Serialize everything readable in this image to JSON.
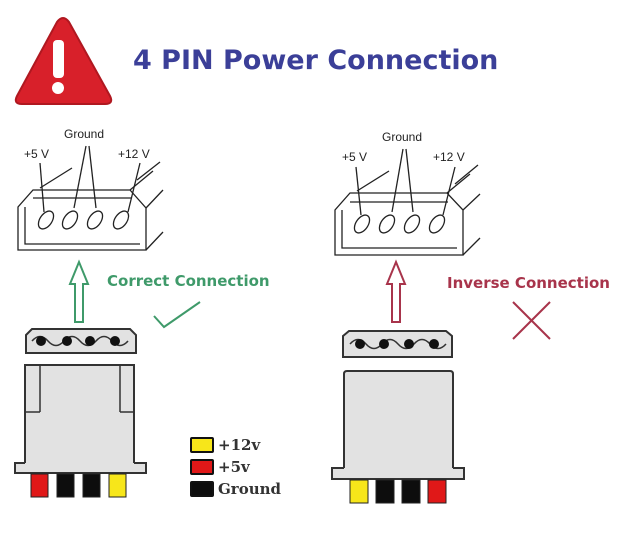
{
  "title": "4 PIN Power Connection",
  "warning_icon": "warning-triangle-icon",
  "left_diagram": {
    "pin_labels": {
      "ground": "Ground",
      "v5": "+5 V",
      "v12": "+12 V"
    },
    "status_label": "Correct Connection",
    "status_icon": "checkmark-icon",
    "status_color": "#3f9a6a",
    "wire_order": [
      "red",
      "black",
      "black",
      "yellow"
    ]
  },
  "right_diagram": {
    "pin_labels": {
      "ground": "Ground",
      "v5": "+5 V",
      "v12": "+12 V"
    },
    "status_label": "Inverse Connection",
    "status_icon": "cross-icon",
    "status_color": "#a8344b",
    "wire_order": [
      "yellow",
      "black",
      "black",
      "red"
    ]
  },
  "legend": [
    {
      "label": "+12v",
      "color": "#f7e61a"
    },
    {
      "label": "+5v",
      "color": "#e01818"
    },
    {
      "label": "Ground",
      "color": "#0d0d0d"
    }
  ],
  "colors": {
    "title": "#3b3f98",
    "warning": "#d8202a",
    "connector_fill": "#e2e2e2"
  }
}
